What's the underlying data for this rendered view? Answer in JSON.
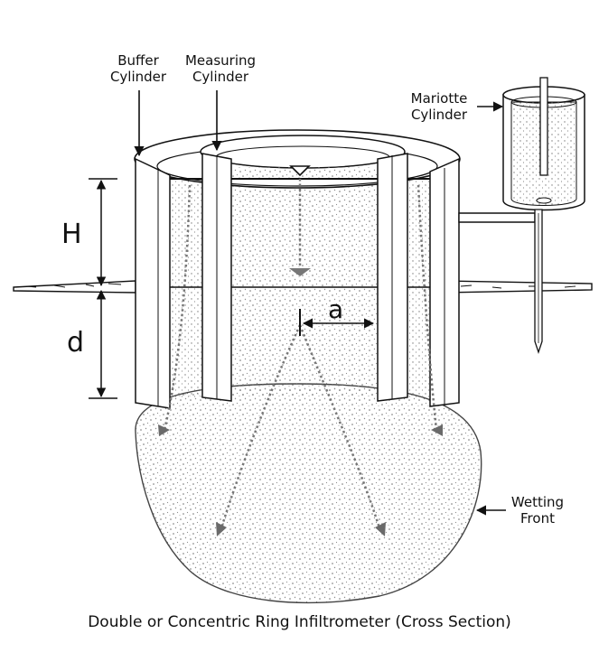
{
  "labels": {
    "buffer_line1": "Buffer",
    "buffer_line2": "Cylinder",
    "measuring_line1": "Measuring",
    "measuring_line2": "Cylinder",
    "mariotte_line1": "Mariotte",
    "mariotte_line2": "Cylinder",
    "wetting_line1": "Wetting",
    "wetting_line2": "Front",
    "H": "H",
    "d": "d",
    "a": "a"
  },
  "caption": "Double or Concentric Ring Infiltrometer (Cross Section)",
  "colors": {
    "line": "#111111",
    "soil_dots": "#777777",
    "flow_arrows": "#777777",
    "ring_fill": "#ffffff"
  }
}
